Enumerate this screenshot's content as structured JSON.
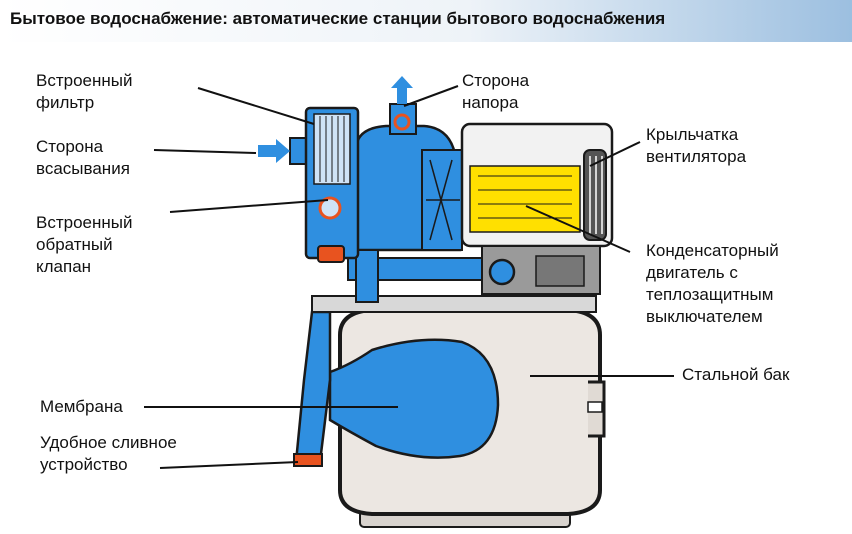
{
  "header": {
    "title": "Бытовое водоснабжение: автоматические станции бытового водоснабжения"
  },
  "labels": {
    "builtin_filter": [
      "Встроенный",
      "фильтр"
    ],
    "suction_side": [
      "Сторона",
      "всасывания"
    ],
    "check_valve": [
      "Встроенный",
      "обратный",
      "клапан"
    ],
    "pressure_side": [
      "Сторона",
      "напора"
    ],
    "fan_impeller": [
      "Крыльчатка",
      "вентилятора"
    ],
    "motor": [
      "Конденсаторный",
      "двигатель с",
      "теплозащитным",
      "выключателем"
    ],
    "steel_tank": "Стальной бак",
    "membrane": "Мембрана",
    "drain": [
      "Удобное сливное",
      "устройство"
    ]
  },
  "colors": {
    "water_blue": "#2f8fe0",
    "tank_fill": "#ece7e2",
    "motor_yellow": "#ffe000",
    "outline": "#1a1a1a",
    "valve_orange": "#e8531f",
    "header_gradient_end": "#9cbfe0"
  }
}
